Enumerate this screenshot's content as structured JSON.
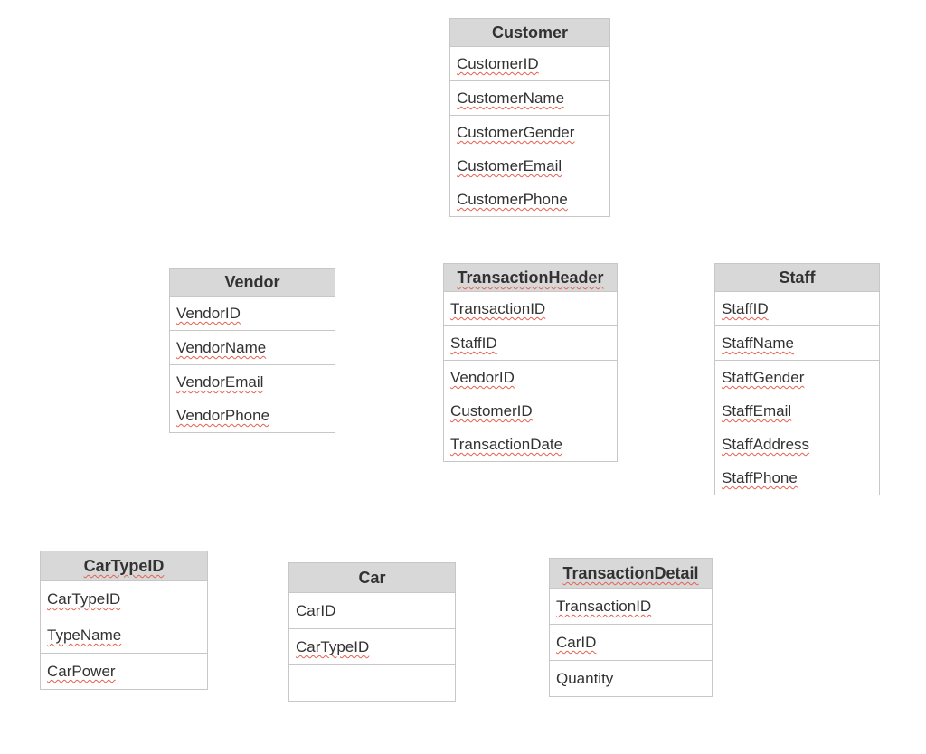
{
  "palette": {
    "canvas_bg": "#ffffff",
    "header_bg": "#d8d8d8",
    "border": "#c7c7c7",
    "text": "#323232",
    "squiggle": "#e3604f"
  },
  "tables": [
    {
      "title": "Customer",
      "title_misspelled": false,
      "cells": [
        {
          "fields": [
            {
              "label": "CustomerID",
              "misspelled": true
            }
          ]
        },
        {
          "fields": [
            {
              "label": "CustomerName",
              "misspelled": true
            }
          ]
        },
        {
          "fields": [
            {
              "label": "CustomerGender",
              "misspelled": true
            },
            {
              "label": "CustomerEmail",
              "misspelled": true
            },
            {
              "label": "CustomerPhone",
              "misspelled": true
            }
          ]
        }
      ]
    },
    {
      "title": "Vendor",
      "title_misspelled": false,
      "cells": [
        {
          "fields": [
            {
              "label": "VendorID",
              "misspelled": true
            }
          ]
        },
        {
          "fields": [
            {
              "label": "VendorName",
              "misspelled": true
            }
          ]
        },
        {
          "fields": [
            {
              "label": "VendorEmail",
              "misspelled": true
            },
            {
              "label": "VendorPhone",
              "misspelled": true
            }
          ]
        }
      ]
    },
    {
      "title": "TransactionHeader",
      "title_misspelled": true,
      "cells": [
        {
          "fields": [
            {
              "label": "TransactionID",
              "misspelled": true
            }
          ]
        },
        {
          "fields": [
            {
              "label": "StaffID",
              "misspelled": true
            }
          ]
        },
        {
          "fields": [
            {
              "label": "VendorID",
              "misspelled": true
            },
            {
              "label": "CustomerID",
              "misspelled": true
            },
            {
              "label": "TransactionDate",
              "misspelled": true
            }
          ]
        }
      ]
    },
    {
      "title": "Staff",
      "title_misspelled": false,
      "cells": [
        {
          "fields": [
            {
              "label": "StaffID",
              "misspelled": true
            }
          ]
        },
        {
          "fields": [
            {
              "label": "StaffName",
              "misspelled": true
            }
          ]
        },
        {
          "fields": [
            {
              "label": "StaffGender",
              "misspelled": true
            },
            {
              "label": "StaffEmail",
              "misspelled": true
            },
            {
              "label": "StaffAddress",
              "misspelled": true
            },
            {
              "label": "StaffPhone",
              "misspelled": true
            }
          ]
        }
      ]
    },
    {
      "title": "CarTypeID",
      "title_misspelled": true,
      "cells": [
        {
          "fields": [
            {
              "label": "CarTypeID",
              "misspelled": true
            }
          ]
        },
        {
          "fields": [
            {
              "label": "TypeName",
              "misspelled": true
            }
          ]
        },
        {
          "fields": [
            {
              "label": "CarPower",
              "misspelled": true
            }
          ]
        }
      ]
    },
    {
      "title": "Car",
      "title_misspelled": false,
      "cells": [
        {
          "fields": [
            {
              "label": "CarID",
              "misspelled": false
            }
          ]
        },
        {
          "fields": [
            {
              "label": "CarTypeID",
              "misspelled": true
            }
          ]
        },
        {
          "fields": []
        }
      ]
    },
    {
      "title": "TransactionDetail",
      "title_misspelled": true,
      "cells": [
        {
          "fields": [
            {
              "label": "TransactionID",
              "misspelled": true
            }
          ]
        },
        {
          "fields": [
            {
              "label": "CarID",
              "misspelled": true
            }
          ]
        },
        {
          "fields": [
            {
              "label": "Quantity",
              "misspelled": false
            }
          ]
        }
      ]
    }
  ]
}
